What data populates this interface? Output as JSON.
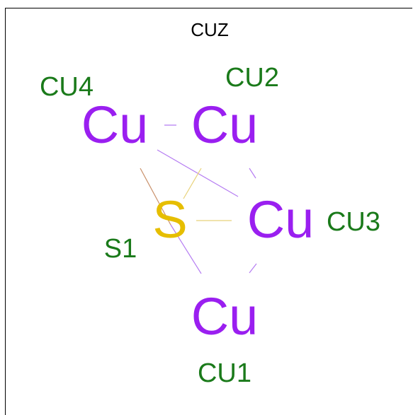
{
  "title": "CUZ",
  "colors": {
    "copper": "#9a1ff0",
    "sulfur": "#e6be00",
    "label": "#1a7a1a",
    "title": "#000000",
    "bond_cu_cu": "#b57cf2",
    "bond_cu_s": "#e8d27a",
    "bond_s_cu_mixed": "#c9906a"
  },
  "atoms": [
    {
      "symbol": "Cu",
      "label": "CU4"
    },
    {
      "symbol": "Cu",
      "label": "CU2"
    },
    {
      "symbol": "Cu",
      "label": "CU3"
    },
    {
      "symbol": "Cu",
      "label": "CU1"
    },
    {
      "symbol": "S",
      "label": "S1"
    }
  ]
}
